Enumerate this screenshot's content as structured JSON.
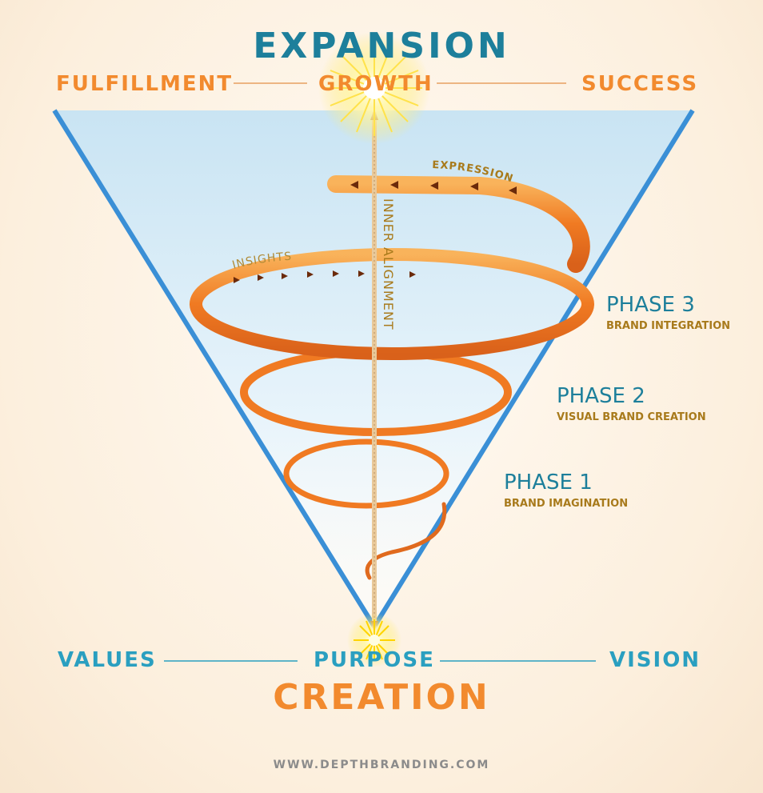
{
  "colors": {
    "teal": "#1d7f9b",
    "orange": "#f28a2e",
    "gold": "#a87a1b",
    "cone_edge": "#3a8fd6",
    "spiral": "#f07a22",
    "footer": "#8b8b8b"
  },
  "header": {
    "title": "EXPANSION",
    "left": "FULFILLMENT",
    "center": "GROWTH",
    "right": "SUCCESS"
  },
  "footer_row": {
    "left": "VALUES",
    "center": "PURPOSE",
    "right": "VISION"
  },
  "bottom_title": "CREATION",
  "labels": {
    "expression": "EXPRESSION",
    "insights": "INSIGHTS",
    "axis": "INNER ALIGNMENT"
  },
  "phases": [
    {
      "title": "PHASE 3",
      "subtitle": "BRAND INTEGRATION"
    },
    {
      "title": "PHASE 2",
      "subtitle": "VISUAL BRAND CREATION"
    },
    {
      "title": "PHASE 1",
      "subtitle": "BRAND IMAGINATION"
    }
  ],
  "website": "WWW.DEPTHBRANDING.COM",
  "icons": {
    "top_star": "sunburst-icon",
    "bottom_star": "sunburst-icon"
  }
}
